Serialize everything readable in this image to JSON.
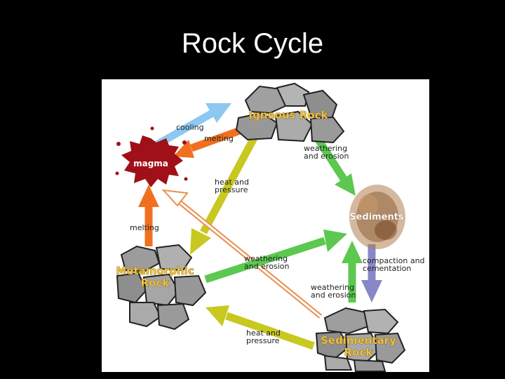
{
  "slide": {
    "title": "Rock Cycle"
  },
  "nodes": {
    "igneous": "Igneous Rock",
    "magma": "magma",
    "sediments": "Sediments",
    "metamorphic_line1": "Metamorphic",
    "metamorphic_line2": "Rock",
    "sedimentary_line1": "Sedimentary",
    "sedimentary_line2": "Rock"
  },
  "labels": {
    "cooling": "cooling",
    "melting_top": "melting",
    "weathering_erosion_1": [
      "weathering",
      "and erosion"
    ],
    "heat_pressure_1": [
      "heat and",
      "pressure"
    ],
    "melting_left": "melting",
    "weathering_erosion_2": [
      "weathering",
      "and erosion"
    ],
    "compaction_cementation": [
      "compaction and",
      "cementation"
    ],
    "weathering_erosion_3": [
      "weathering",
      "and erosion"
    ],
    "heat_pressure_2": [
      "heat and",
      "pressure"
    ]
  },
  "colors": {
    "cooling_arrow": "#8cc8f0",
    "melting_arrow": "#f07020",
    "weathering_arrow": "#5cc850",
    "heat_pressure_arrow": "#c8c820",
    "compaction_arrow": "#8888c8",
    "melting_outline_arrow": "#e89050",
    "magma": "#a01018",
    "node_text": "#f0c040"
  }
}
